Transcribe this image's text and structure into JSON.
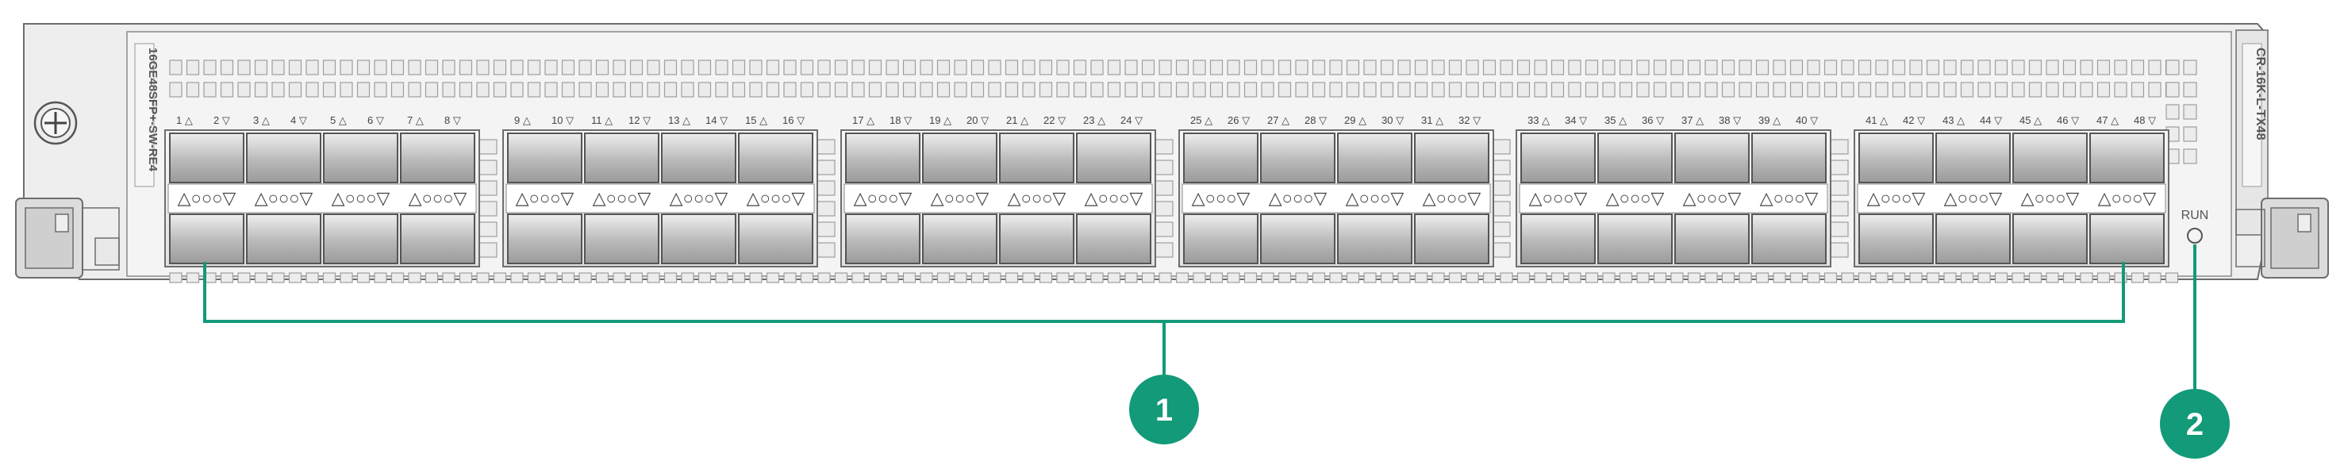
{
  "card": {
    "model_left": "16GE48SFP+-SW-RE4",
    "model_right": "CR-16K-L-TX48",
    "run_label": "RUN"
  },
  "port_groups": [
    {
      "labels": [
        [
          "1",
          "△"
        ],
        [
          "2",
          "▽"
        ],
        [
          "3",
          "△"
        ],
        [
          "4",
          "▽"
        ],
        [
          "5",
          "△"
        ],
        [
          "6",
          "▽"
        ],
        [
          "7",
          "△"
        ],
        [
          "8",
          "▽"
        ]
      ]
    },
    {
      "labels": [
        [
          "9",
          "△"
        ],
        [
          "10",
          "▽"
        ],
        [
          "11",
          "△"
        ],
        [
          "12",
          "▽"
        ],
        [
          "13",
          "△"
        ],
        [
          "14",
          "▽"
        ],
        [
          "15",
          "△"
        ],
        [
          "16",
          "▽"
        ]
      ]
    },
    {
      "labels": [
        [
          "17",
          "△"
        ],
        [
          "18",
          "▽"
        ],
        [
          "19",
          "△"
        ],
        [
          "20",
          "▽"
        ],
        [
          "21",
          "△"
        ],
        [
          "22",
          "▽"
        ],
        [
          "23",
          "△"
        ],
        [
          "24",
          "▽"
        ]
      ]
    },
    {
      "labels": [
        [
          "25",
          "△"
        ],
        [
          "26",
          "▽"
        ],
        [
          "27",
          "△"
        ],
        [
          "28",
          "▽"
        ],
        [
          "29",
          "△"
        ],
        [
          "30",
          "▽"
        ],
        [
          "31",
          "△"
        ],
        [
          "32",
          "▽"
        ]
      ]
    },
    {
      "labels": [
        [
          "33",
          "△"
        ],
        [
          "34",
          "▽"
        ],
        [
          "35",
          "△"
        ],
        [
          "36",
          "▽"
        ],
        [
          "37",
          "△"
        ],
        [
          "38",
          "▽"
        ],
        [
          "39",
          "△"
        ],
        [
          "40",
          "▽"
        ]
      ]
    },
    {
      "labels": [
        [
          "41",
          "△"
        ],
        [
          "42",
          "▽"
        ],
        [
          "43",
          "△"
        ],
        [
          "44",
          "▽"
        ],
        [
          "45",
          "△"
        ],
        [
          "46",
          "▽"
        ],
        [
          "47",
          "△"
        ],
        [
          "48",
          "▽"
        ]
      ]
    }
  ],
  "led_row_pattern": "△○○○▽",
  "callouts": [
    {
      "number": "1"
    },
    {
      "number": "2"
    }
  ],
  "colors": {
    "callout_green": "#139a78",
    "panel_fill": "#f1f1f1",
    "outline": "#6d6d6d"
  }
}
